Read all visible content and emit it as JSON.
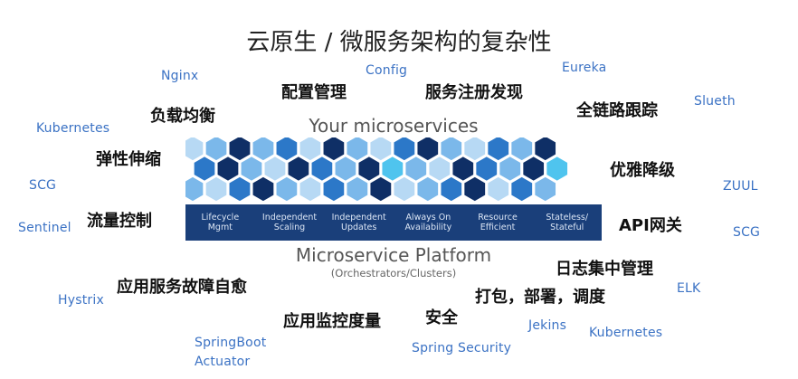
{
  "title": "云原生 / 微服务架构的复杂性",
  "center": {
    "microservices_title": "Your microservices",
    "platform_title": "Microservice Platform",
    "platform_subtitle": "(Orchestrators/Clusters)",
    "capabilities": [
      "Lifecycle\nMgmt",
      "Independent\nScaling",
      "Independent\nUpdates",
      "Always On\nAvailability",
      "Resource\nEfficient",
      "Stateless/\nStateful"
    ]
  },
  "concerns": {
    "config_management": "配置管理",
    "service_discovery": "服务注册发现",
    "load_balancing": "负载均衡",
    "full_chain_tracing": "全链路跟踪",
    "elastic_scaling": "弹性伸缩",
    "graceful_degradation": "优雅降级",
    "traffic_control": "流量控制",
    "api_gateway": "API网关",
    "log_management": "日志集中管理",
    "self_healing": "应用服务故障自愈",
    "package_deploy": "打包，部署，调度",
    "monitoring": "应用监控度量",
    "security": "安全"
  },
  "tools": {
    "nginx": "Nginx",
    "config": "Config",
    "eureka": "Eureka",
    "sleuth": "Slueth",
    "kubernetes_left": "Kubernetes",
    "scg_left": "SCG",
    "zuul": "ZUUL",
    "sentinel": "Sentinel",
    "scg_right": "SCG",
    "elk": "ELK",
    "hystrix": "Hystrix",
    "jekins": "Jekins",
    "kubernetes_right": "Kubernetes",
    "springboot_actuator_1": "SpringBoot",
    "springboot_actuator_2": "Actuator",
    "spring_security": "Spring  Security"
  },
  "colors": {
    "dark_navy": "#0f2f66",
    "mid_blue": "#2c78c8",
    "light_blue": "#7bb8ea",
    "pale_blue": "#b7d9f4",
    "cyan": "#4fc4ee",
    "bar_blue": "#1a3f7a",
    "tool_blue": "#3b72c4"
  }
}
